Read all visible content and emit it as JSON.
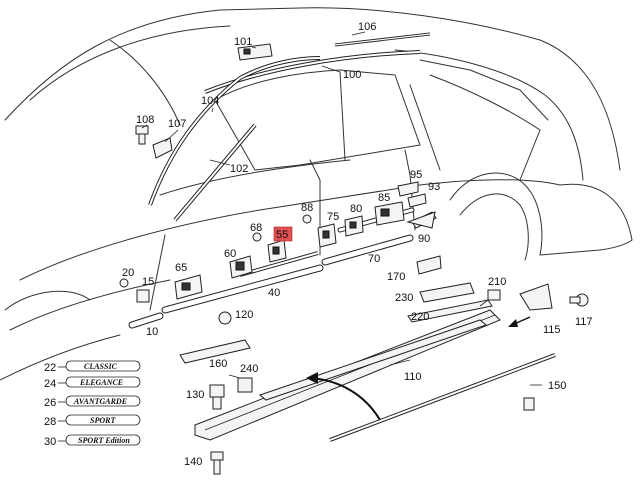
{
  "diagram": {
    "highlight_color": "#e05050",
    "highlighted_part": "55",
    "labels": {
      "p101": "101",
      "p106": "106",
      "p100": "100",
      "p104": "104",
      "p108": "108",
      "p107": "107",
      "p102": "102",
      "p68": "68",
      "p55": "55",
      "p88": "88",
      "p75": "75",
      "p80": "80",
      "p85": "85",
      "p95": "95",
      "p93": "93",
      "p90": "90",
      "p60": "60",
      "p65": "65",
      "p20": "20",
      "p15": "15",
      "p70": "70",
      "p40": "40",
      "p170": "170",
      "p230": "230",
      "p210": "210",
      "p220": "220",
      "p120": "120",
      "p10": "10",
      "p115": "115",
      "p117": "117",
      "p160": "160",
      "p240": "240",
      "p130": "130",
      "p110": "110",
      "p150": "150",
      "p140": "140",
      "p22": "22",
      "p24": "24",
      "p26": "26",
      "p28": "28",
      "p30": "30"
    },
    "emblems": {
      "e22": "CLASSIC",
      "e24": "ELEGANCE",
      "e26": "AVANTGARDE",
      "e28": "SPORT",
      "e30": "SPORT Edition"
    }
  }
}
